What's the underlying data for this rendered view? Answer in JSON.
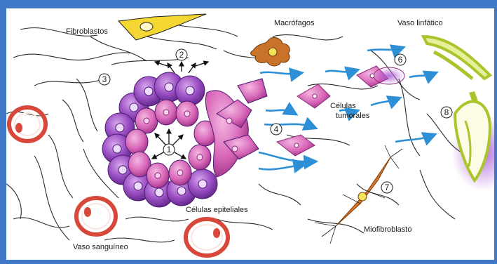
{
  "labels": {
    "fibroblastos": "Fibroblastos",
    "macrofagos": "Macrófagos",
    "vaso_linfatico": "Vaso linfático",
    "celulas_tumorales_1": "Células",
    "celulas_tumorales_2": "tumorales",
    "celulas_epiteliales": "Células epiteliales",
    "miofibroblasto": "Miofibroblasto",
    "vaso_sanguineo": "Vaso sanguíneo"
  },
  "steps": [
    "1",
    "2",
    "3",
    "4",
    "6",
    "7",
    "8"
  ],
  "colors": {
    "frame": "#3f78c6",
    "epithelial_outer": "#8a3fb0",
    "epithelial_inner": "#cf5fb3",
    "tumor_cell": "#c9429f",
    "arrow": "#2d8fd6",
    "blood_vessel": "#d8483a",
    "lymph_vessel": "#a9c52b",
    "fibroblast": "#f1d22e",
    "macrophage": "#c9732a",
    "myofibroblast": "#d9762a"
  }
}
